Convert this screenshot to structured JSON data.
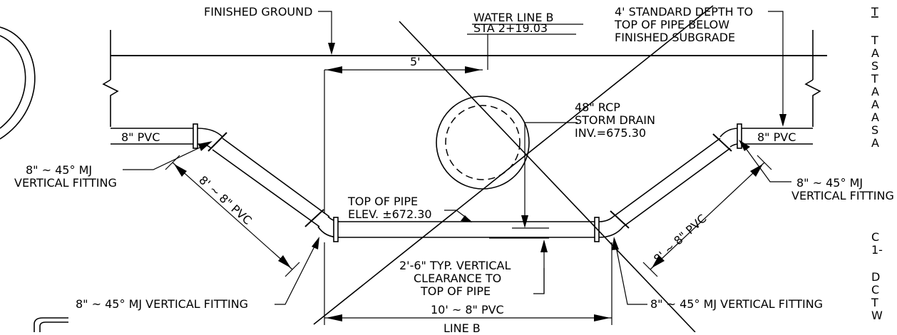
{
  "labels": {
    "finished_ground": "FINISHED GROUND",
    "water_line_b": "WATER LINE B",
    "sta": "STA 2+19.03",
    "std_depth_1": "4' STANDARD DEPTH TO",
    "std_depth_2": "TOP OF PIPE BELOW",
    "std_depth_3": "FINISHED SUBGRADE",
    "five_ft": "5'",
    "rcp_1": "48\" RCP",
    "rcp_2": "STORM DRAIN",
    "rcp_3": "INV.=675.30",
    "pvc_left": "8\" PVC",
    "pvc_right": "8\" PVC",
    "mj_left_upper_1": "8\" ~ 45° MJ",
    "mj_left_upper_2": "VERTICAL FITTING",
    "mj_right_upper_1": "8\" ~ 45° MJ",
    "mj_right_upper_2": "VERTICAL FITTING",
    "diag_left": "8' ~ 8\" PVC",
    "diag_right": "8' ~ 8\" PVC",
    "top_of_pipe_1": "TOP OF PIPE",
    "top_of_pipe_2": "ELEV. ±672.30",
    "clearance_1": "2'-6\" TYP. VERTICAL",
    "clearance_2": "CLEARANCE TO",
    "clearance_3": "TOP OF PIPE",
    "mj_left_lower": "8\" ~ 45° MJ VERTICAL FITTING",
    "mj_right_lower": "8\" ~ 45° MJ VERTICAL FITTING",
    "ten_ft": "10' ~ 8\" PVC",
    "line_b": "LINE B"
  },
  "notes_fragment": {
    "heading": "T",
    "lines_1": [
      "T",
      "A",
      "S",
      "T",
      "A",
      "A",
      "A",
      "S",
      "A"
    ],
    "lines_2": [
      "C",
      "1-"
    ],
    "lines_3": [
      "D",
      "C",
      "T",
      "W"
    ]
  }
}
